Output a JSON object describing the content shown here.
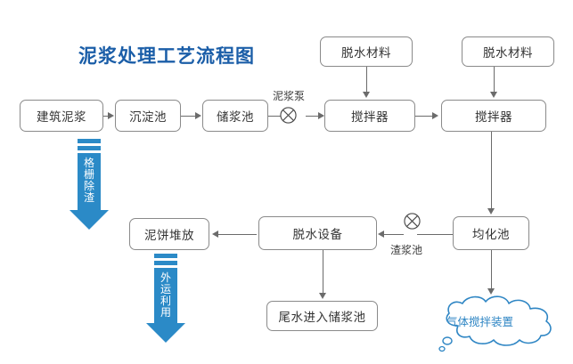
{
  "diagram": {
    "title": "泥浆处理工艺流程图",
    "title_color": "#1b5ea8",
    "accent_color": "#2b8ac7",
    "box_border_color": "#8a8a8a",
    "line_color": "#6b6b6b",
    "nodes": {
      "construction_slurry": "建筑泥浆",
      "sedimentation_tank": "沉淀池",
      "slurry_storage_tank": "储浆池",
      "dewatering_material_1": "脱水材料",
      "dewatering_material_2": "脱水材料",
      "mixer_1": "搅拌器",
      "mixer_2": "搅拌器",
      "homogenization_tank": "均化池",
      "dewatering_equipment": "脱水设备",
      "mud_cake_stacking": "泥饼堆放",
      "tailwater_to_storage": "尾水进入储浆池",
      "gas_stirring_device": "气体搅拌装置"
    },
    "pump_labels": {
      "slurry_pump": "泥浆泵",
      "slag_slurry_pump": "渣浆池"
    },
    "blue_arrows": {
      "grid_slag_removal": [
        "格",
        "栅",
        "除",
        "渣"
      ],
      "external_transport_use": [
        "外",
        "运",
        "利",
        "用"
      ]
    }
  }
}
